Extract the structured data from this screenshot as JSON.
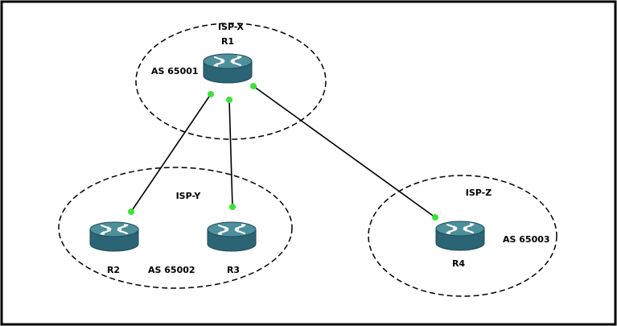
{
  "colors": {
    "frame": "#000000",
    "link": "#000000",
    "port": "#3ee23a",
    "router_top": "#4e8f9c",
    "router_body": "#2b6575",
    "router_arrow": "#ffffff"
  },
  "icons": {
    "router": "router-icon"
  },
  "regions": {
    "isp_x": {
      "name": "ISP-X",
      "as": "AS 65001"
    },
    "isp_y": {
      "name": "ISP-Y",
      "as": "AS 65002"
    },
    "isp_z": {
      "name": "ISP-Z",
      "as": "AS 65003"
    }
  },
  "routers": {
    "r1": "R1",
    "r2": "R2",
    "r3": "R3",
    "r4": "R4"
  }
}
